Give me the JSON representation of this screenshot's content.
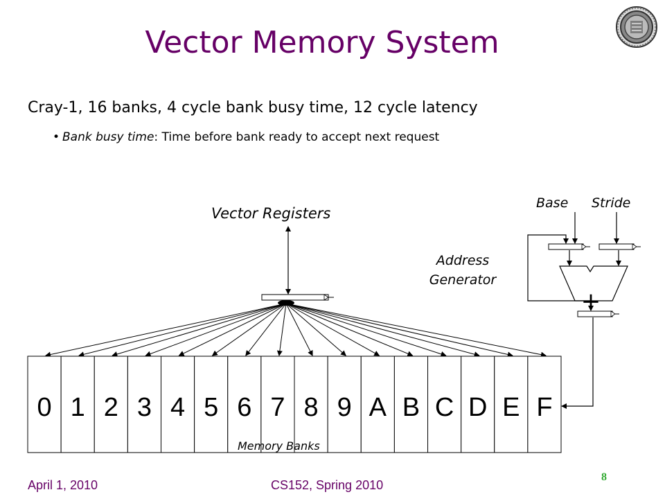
{
  "slide": {
    "title": "Vector Memory System",
    "bullet_main": "Cray-1, 16 banks, 4 cycle bank busy time, 12 cycle latency",
    "bullet_sub_term": "Bank busy time",
    "bullet_sub_rest": ": Time before bank ready to accept next request"
  },
  "diagram": {
    "vector_registers_label": "Vector Registers",
    "base_label": "Base",
    "stride_label": "Stride",
    "address_generator_label": "Address Generator",
    "adder_symbol": "+",
    "memory_banks_label": "Memory Banks",
    "banks": [
      "0",
      "1",
      "2",
      "3",
      "4",
      "5",
      "6",
      "7",
      "8",
      "9",
      "A",
      "B",
      "C",
      "D",
      "E",
      "F"
    ]
  },
  "footer": {
    "date": "April 1, 2010",
    "course": "CS152, Spring 2010",
    "page": "8"
  },
  "colors": {
    "title": "#660066",
    "footer": "#660066",
    "page_number": "#33aa33"
  },
  "icons": {
    "logo": "university-seal-icon"
  }
}
